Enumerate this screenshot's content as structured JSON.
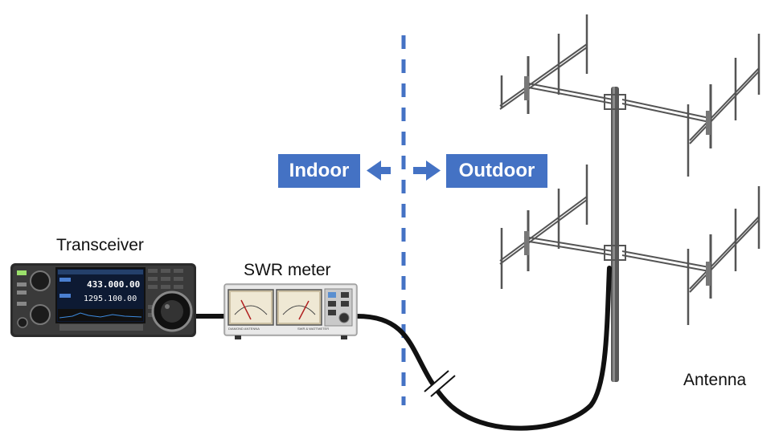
{
  "labels": {
    "transceiver": "Transceiver",
    "swr_meter": "SWR meter",
    "antenna": "Antenna",
    "indoor": "Indoor",
    "outdoor": "Outdoor"
  },
  "transceiver_display": {
    "main_freq": "433.000.00",
    "sub_freq": "1295.100.00"
  },
  "swr_panel": {
    "brand": "DIAMOND ANTENNA",
    "model": "SWR & WATTMETER"
  },
  "colors": {
    "accent": "#4472c4",
    "cable": "#111111",
    "antenna": "#555555"
  },
  "icons": {
    "left_arrow": "arrow-left-icon",
    "right_arrow": "arrow-right-icon"
  }
}
